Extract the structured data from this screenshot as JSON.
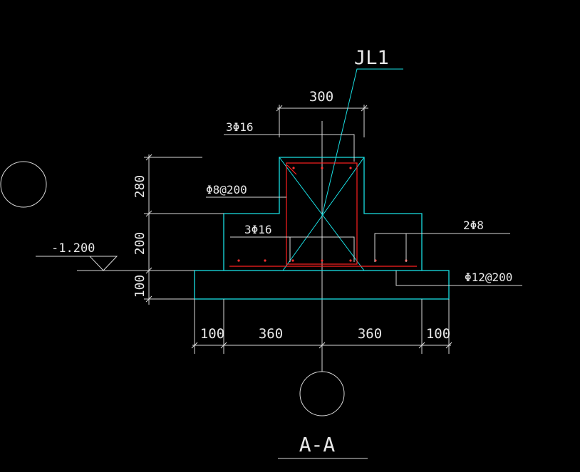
{
  "beam_label": "JL1",
  "section_label": "A-A",
  "elevation": "-1.200",
  "dims": {
    "top_width": "300",
    "height_upper": "280",
    "height_lower": "200",
    "height_base": "100",
    "w_left_edge": "100",
    "w_left": "360",
    "w_right": "360",
    "w_right_edge": "100"
  },
  "rebar": {
    "top_bars": "3Φ16",
    "stirrup": "Φ8@200",
    "bottom_bars": "3Φ16",
    "side_bars": "2Φ8",
    "slab_bars": "Φ12@200"
  },
  "colors": {
    "concrete_outline": "#19dfe3",
    "rebar": "#ff2020",
    "dimension": "#d9d9d9",
    "background": "#000000"
  }
}
